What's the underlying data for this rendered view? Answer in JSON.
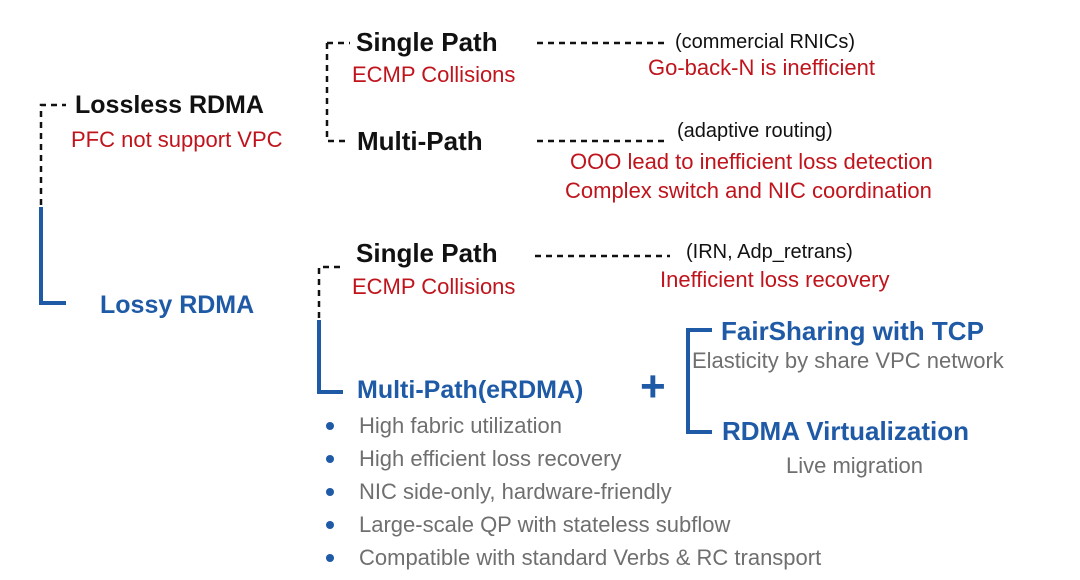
{
  "colors": {
    "blue": "#1f5aa6",
    "red": "#c0141c",
    "gray": "#6f6f6f",
    "black": "#111111"
  },
  "lossless": {
    "title": "Lossless RDMA",
    "issue": "PFC not support VPC",
    "single_path": {
      "title": "Single Path",
      "issue": "ECMP Collisions",
      "note": "(commercial RNICs)",
      "note_issue": "Go-back-N is inefficient"
    },
    "multi_path": {
      "title": "Multi-Path",
      "note": "(adaptive routing)",
      "note_issues": [
        "OOO lead to inefficient loss detection",
        "Complex switch and NIC coordination"
      ]
    }
  },
  "lossy": {
    "title": "Lossy RDMA",
    "single_path": {
      "title": "Single Path",
      "issue": "ECMP Collisions",
      "note": "(IRN, Adp_retrans)",
      "note_issue": "Inefficient loss recovery"
    },
    "multi_path": {
      "title": "Multi-Path(eRDMA)",
      "benefits": [
        "High fabric utilization",
        "High efficient loss recovery",
        "NIC side-only, hardware-friendly",
        "Large-scale QP with stateless subflow",
        "Compatible with standard Verbs & RC transport"
      ]
    },
    "plus": "+",
    "extras": [
      {
        "title": "FairSharing with TCP",
        "desc": "Elasticity by share VPC network"
      },
      {
        "title": "RDMA Virtualization",
        "desc": "Live migration"
      }
    ]
  }
}
